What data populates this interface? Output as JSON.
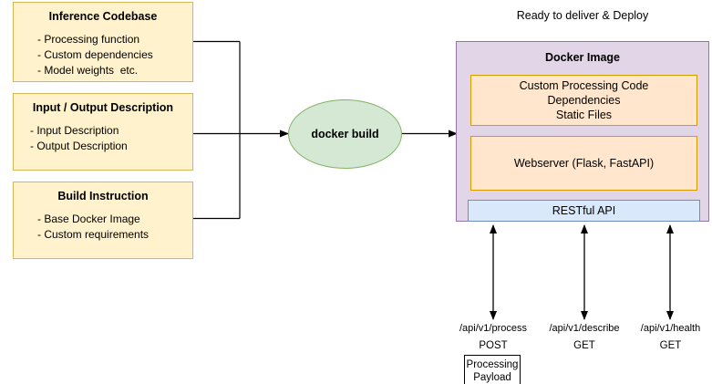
{
  "diagram": {
    "title_right": "Ready to deliver & Deploy",
    "sources": [
      {
        "title": "Inference Codebase",
        "items": [
          "- Processing function",
          "- Custom dependencies",
          "- Model weights  etc."
        ]
      },
      {
        "title": "Input / Output Description",
        "items": [
          "- Input Description",
          "- Output Description"
        ]
      },
      {
        "title": "Build Instruction",
        "items": [
          "- Base Docker Image",
          "- Custom requirements"
        ]
      }
    ],
    "process": {
      "label": "docker build"
    },
    "docker_image": {
      "title": "Docker Image",
      "layers": [
        {
          "name": "code-layer",
          "lines": [
            "Custom Processing Code",
            "Dependencies",
            "Static Files"
          ],
          "style": "orange"
        },
        {
          "name": "webserver-layer",
          "lines": [
            "Webserver (Flask, FastAPI)"
          ],
          "style": "orange"
        },
        {
          "name": "api-layer",
          "lines": [
            "RESTful API"
          ],
          "style": "blue"
        }
      ]
    },
    "endpoints": [
      {
        "path": "/api/v1/process",
        "method": "POST",
        "payload_line1": "Processing",
        "payload_line2": "Payload"
      },
      {
        "path": "/api/v1/describe",
        "method": "GET",
        "payload_line1": "",
        "payload_line2": ""
      },
      {
        "path": "/api/v1/health",
        "method": "GET",
        "payload_line1": "",
        "payload_line2": ""
      }
    ],
    "colors": {
      "source_fill": "#fff2cc",
      "source_stroke": "#d6b656",
      "process_fill": "#d5e8d4",
      "process_stroke": "#82b366",
      "panel_fill": "#e1d5e7",
      "panel_stroke": "#9673a6",
      "layer_fill": "#ffe6cc",
      "layer_stroke": "#d79b00",
      "api_fill": "#dae8fc",
      "api_stroke": "#6c8ebf",
      "line": "#000000"
    }
  }
}
